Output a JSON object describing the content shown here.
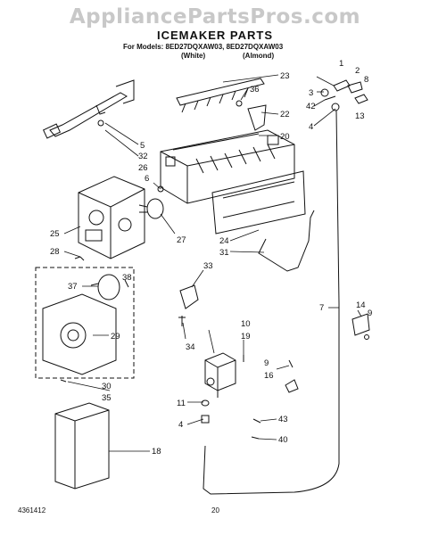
{
  "header": {
    "watermark": "AppliancePartsPros.com",
    "title": "ICEMAKER PARTS",
    "models_line": "For Models: 8ED27DQXAW03, 8ED27DQXAW03",
    "variant_white": "(White)",
    "variant_almond": "(Almond)"
  },
  "footer": {
    "code": "4361412",
    "page": "20"
  },
  "callouts": [
    {
      "id": "c1",
      "text": "1"
    },
    {
      "id": "c2",
      "text": "2"
    },
    {
      "id": "c8",
      "text": "8"
    },
    {
      "id": "c23",
      "text": "23"
    },
    {
      "id": "c36",
      "text": "36"
    },
    {
      "id": "c3",
      "text": "3"
    },
    {
      "id": "c22",
      "text": "22"
    },
    {
      "id": "c42",
      "text": "42"
    },
    {
      "id": "c13",
      "text": "13"
    },
    {
      "id": "c4a",
      "text": "4"
    },
    {
      "id": "c20",
      "text": "20"
    },
    {
      "id": "c5",
      "text": "5"
    },
    {
      "id": "c32",
      "text": "32"
    },
    {
      "id": "c26",
      "text": "26"
    },
    {
      "id": "c6",
      "text": "6"
    },
    {
      "id": "c25",
      "text": "25"
    },
    {
      "id": "c27",
      "text": "27"
    },
    {
      "id": "c24",
      "text": "24"
    },
    {
      "id": "c31",
      "text": "31"
    },
    {
      "id": "c28",
      "text": "28"
    },
    {
      "id": "c33",
      "text": "33"
    },
    {
      "id": "c37",
      "text": "37"
    },
    {
      "id": "c38",
      "text": "38"
    },
    {
      "id": "c7",
      "text": "7"
    },
    {
      "id": "c14",
      "text": "14"
    },
    {
      "id": "c9a",
      "text": "9"
    },
    {
      "id": "c29",
      "text": "29"
    },
    {
      "id": "c34",
      "text": "34"
    },
    {
      "id": "c10",
      "text": "10"
    },
    {
      "id": "c19",
      "text": "19"
    },
    {
      "id": "c9b",
      "text": "9"
    },
    {
      "id": "c16",
      "text": "16"
    },
    {
      "id": "c30",
      "text": "30"
    },
    {
      "id": "c35",
      "text": "35"
    },
    {
      "id": "c11",
      "text": "11"
    },
    {
      "id": "c4b",
      "text": "4"
    },
    {
      "id": "c43",
      "text": "43"
    },
    {
      "id": "c40",
      "text": "40"
    },
    {
      "id": "c18",
      "text": "18"
    }
  ]
}
